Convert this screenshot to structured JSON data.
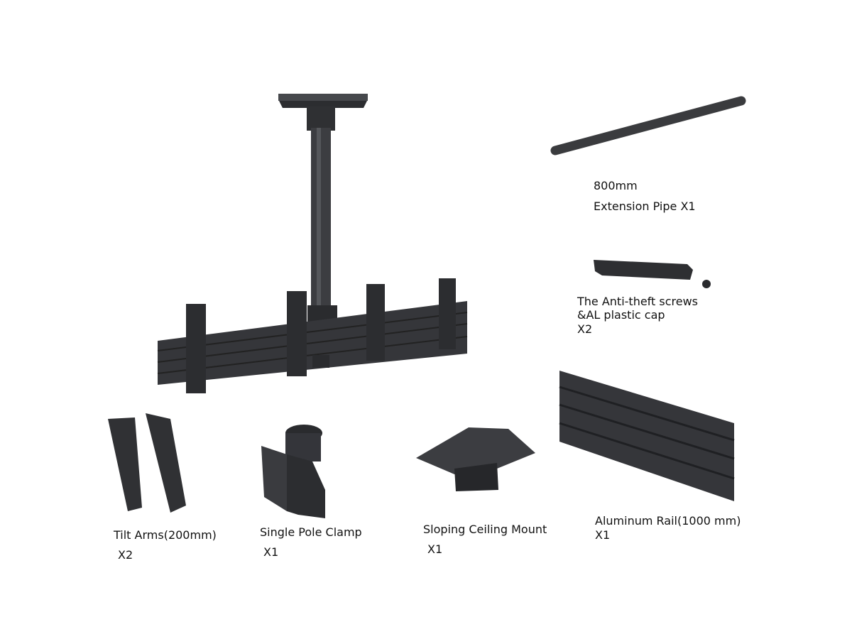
{
  "parts": {
    "extension_pipe": {
      "size": "800mm",
      "name": "Extension Pipe X1"
    },
    "anti_theft": {
      "line1": "The Anti-theft screws",
      "line2": "&AL plastic cap",
      "qty": "X2"
    },
    "tilt_arms": {
      "name": "Tilt Arms(200mm)",
      "qty": "X2"
    },
    "pole_clamp": {
      "name": "Single Pole Clamp",
      "qty": "X1"
    },
    "ceiling_mount": {
      "name": "Sloping Ceiling Mount",
      "qty": "X1"
    },
    "aluminum_rail": {
      "name": "Aluminum Rail(1000 mm)",
      "qty": "X1"
    }
  },
  "colors": {
    "part": "#3a3b3e",
    "part_dark": "#232427",
    "part_light": "#55575b"
  }
}
